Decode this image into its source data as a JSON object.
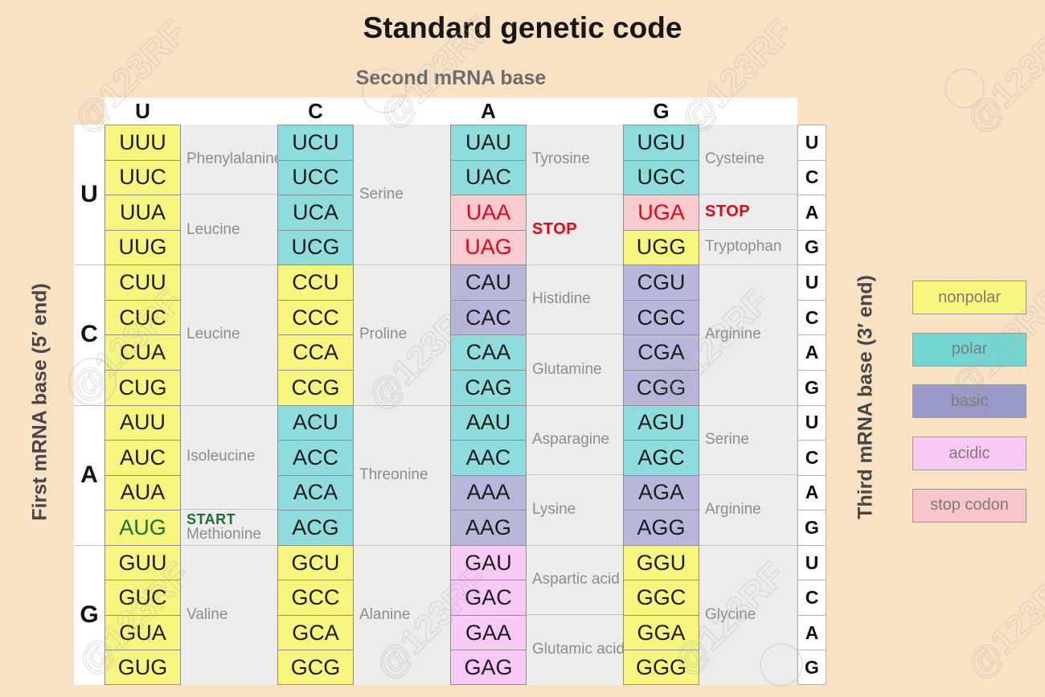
{
  "title": "Standard genetic code",
  "axes": {
    "top": "Second mRNA base",
    "left": "First mRNA base (5′ end)",
    "right": "Third mRNA base (3′ end)"
  },
  "column_headers": [
    "U",
    "C",
    "A",
    "G"
  ],
  "colors": {
    "page_bg": "#f9e2c4",
    "grid_bg": "#ececec",
    "nonpolar": "#f6f67e",
    "polar": "#8edcdc",
    "basic": "#b7b7dc",
    "acidic": "#f7c9f4",
    "stop": "#f9ccd0",
    "start": "#f6f67e",
    "stop_text": "#ee0011",
    "start_text": "#1a7039",
    "codon_text": "#1c1c1c"
  },
  "legend": [
    {
      "label": "nonpolar",
      "color": "#f8f77d"
    },
    {
      "label": "polar",
      "color": "#72d7d2"
    },
    {
      "label": "basic",
      "color": "#989ac9"
    },
    {
      "label": "acidic",
      "color": "#f9c8f3"
    },
    {
      "label": "stop codon",
      "color": "#f8c6ca"
    }
  ],
  "groups": [
    {
      "first_base": "U",
      "third_bases": [
        "U",
        "C",
        "A",
        "G"
      ],
      "columns": [
        {
          "codons": [
            {
              "text": "UUU",
              "type": "nonpolar"
            },
            {
              "text": "UUC",
              "type": "nonpolar"
            },
            {
              "text": "UUA",
              "type": "nonpolar"
            },
            {
              "text": "UUG",
              "type": "nonpolar"
            }
          ],
          "labels": [
            {
              "text": "Phenylalanine",
              "kind": "amino",
              "rows": [
                1,
                2
              ]
            },
            {
              "text": "Leucine",
              "kind": "amino",
              "rows": [
                3,
                4
              ]
            }
          ]
        },
        {
          "codons": [
            {
              "text": "UCU",
              "type": "polar"
            },
            {
              "text": "UCC",
              "type": "polar"
            },
            {
              "text": "UCA",
              "type": "polar"
            },
            {
              "text": "UCG",
              "type": "polar"
            }
          ],
          "labels": [
            {
              "text": "Serine",
              "kind": "amino",
              "rows": [
                1,
                4
              ]
            }
          ]
        },
        {
          "codons": [
            {
              "text": "UAU",
              "type": "polar"
            },
            {
              "text": "UAC",
              "type": "polar"
            },
            {
              "text": "UAA",
              "type": "stop"
            },
            {
              "text": "UAG",
              "type": "stop"
            }
          ],
          "labels": [
            {
              "text": "Tyrosine",
              "kind": "amino",
              "rows": [
                1,
                2
              ]
            },
            {
              "text": "STOP",
              "kind": "stop",
              "rows": [
                3,
                4
              ]
            }
          ]
        },
        {
          "codons": [
            {
              "text": "UGU",
              "type": "polar"
            },
            {
              "text": "UGC",
              "type": "polar"
            },
            {
              "text": "UGA",
              "type": "stop"
            },
            {
              "text": "UGG",
              "type": "nonpolar"
            }
          ],
          "labels": [
            {
              "text": "Cysteine",
              "kind": "amino",
              "rows": [
                1,
                2
              ]
            },
            {
              "text": "STOP",
              "kind": "stop",
              "rows": [
                3,
                3
              ]
            },
            {
              "text": "Tryptophan",
              "kind": "amino",
              "rows": [
                4,
                4
              ]
            }
          ]
        }
      ]
    },
    {
      "first_base": "C",
      "third_bases": [
        "U",
        "C",
        "A",
        "G"
      ],
      "columns": [
        {
          "codons": [
            {
              "text": "CUU",
              "type": "nonpolar"
            },
            {
              "text": "CUC",
              "type": "nonpolar"
            },
            {
              "text": "CUA",
              "type": "nonpolar"
            },
            {
              "text": "CUG",
              "type": "nonpolar"
            }
          ],
          "labels": [
            {
              "text": "Leucine",
              "kind": "amino",
              "rows": [
                1,
                4
              ]
            }
          ]
        },
        {
          "codons": [
            {
              "text": "CCU",
              "type": "nonpolar"
            },
            {
              "text": "CCC",
              "type": "nonpolar"
            },
            {
              "text": "CCA",
              "type": "nonpolar"
            },
            {
              "text": "CCG",
              "type": "nonpolar"
            }
          ],
          "labels": [
            {
              "text": "Proline",
              "kind": "amino",
              "rows": [
                1,
                4
              ]
            }
          ]
        },
        {
          "codons": [
            {
              "text": "CAU",
              "type": "basic"
            },
            {
              "text": "CAC",
              "type": "basic"
            },
            {
              "text": "CAA",
              "type": "polar"
            },
            {
              "text": "CAG",
              "type": "polar"
            }
          ],
          "labels": [
            {
              "text": "Histidine",
              "kind": "amino",
              "rows": [
                1,
                2
              ]
            },
            {
              "text": "Glutamine",
              "kind": "amino",
              "rows": [
                3,
                4
              ]
            }
          ]
        },
        {
          "codons": [
            {
              "text": "CGU",
              "type": "basic"
            },
            {
              "text": "CGC",
              "type": "basic"
            },
            {
              "text": "CGA",
              "type": "basic"
            },
            {
              "text": "CGG",
              "type": "basic"
            }
          ],
          "labels": [
            {
              "text": "Arginine",
              "kind": "amino",
              "rows": [
                1,
                4
              ]
            }
          ]
        }
      ]
    },
    {
      "first_base": "A",
      "third_bases": [
        "U",
        "C",
        "A",
        "G"
      ],
      "columns": [
        {
          "codons": [
            {
              "text": "AUU",
              "type": "nonpolar"
            },
            {
              "text": "AUC",
              "type": "nonpolar"
            },
            {
              "text": "AUA",
              "type": "nonpolar"
            },
            {
              "text": "AUG",
              "type": "start"
            }
          ],
          "labels": [
            {
              "text": "Isoleucine",
              "kind": "amino",
              "rows": [
                1,
                3
              ]
            },
            {
              "kind": "start",
              "line1": "START",
              "line2": "Methionine",
              "rows": [
                4,
                4
              ]
            }
          ]
        },
        {
          "codons": [
            {
              "text": "ACU",
              "type": "polar"
            },
            {
              "text": "ACC",
              "type": "polar"
            },
            {
              "text": "ACA",
              "type": "polar"
            },
            {
              "text": "ACG",
              "type": "polar"
            }
          ],
          "labels": [
            {
              "text": "Threonine",
              "kind": "amino",
              "rows": [
                1,
                4
              ]
            }
          ]
        },
        {
          "codons": [
            {
              "text": "AAU",
              "type": "polar"
            },
            {
              "text": "AAC",
              "type": "polar"
            },
            {
              "text": "AAA",
              "type": "basic"
            },
            {
              "text": "AAG",
              "type": "basic"
            }
          ],
          "labels": [
            {
              "text": "Asparagine",
              "kind": "amino",
              "rows": [
                1,
                2
              ]
            },
            {
              "text": "Lysine",
              "kind": "amino",
              "rows": [
                3,
                4
              ]
            }
          ]
        },
        {
          "codons": [
            {
              "text": "AGU",
              "type": "polar"
            },
            {
              "text": "AGC",
              "type": "polar"
            },
            {
              "text": "AGA",
              "type": "basic"
            },
            {
              "text": "AGG",
              "type": "basic"
            }
          ],
          "labels": [
            {
              "text": "Serine",
              "kind": "amino",
              "rows": [
                1,
                2
              ]
            },
            {
              "text": "Arginine",
              "kind": "amino",
              "rows": [
                3,
                4
              ]
            }
          ]
        }
      ]
    },
    {
      "first_base": "G",
      "third_bases": [
        "U",
        "C",
        "A",
        "G"
      ],
      "columns": [
        {
          "codons": [
            {
              "text": "GUU",
              "type": "nonpolar"
            },
            {
              "text": "GUC",
              "type": "nonpolar"
            },
            {
              "text": "GUA",
              "type": "nonpolar"
            },
            {
              "text": "GUG",
              "type": "nonpolar"
            }
          ],
          "labels": [
            {
              "text": "Valine",
              "kind": "amino",
              "rows": [
                1,
                4
              ]
            }
          ]
        },
        {
          "codons": [
            {
              "text": "GCU",
              "type": "nonpolar"
            },
            {
              "text": "GCC",
              "type": "nonpolar"
            },
            {
              "text": "GCA",
              "type": "nonpolar"
            },
            {
              "text": "GCG",
              "type": "nonpolar"
            }
          ],
          "labels": [
            {
              "text": "Alanine",
              "kind": "amino",
              "rows": [
                1,
                4
              ]
            }
          ]
        },
        {
          "codons": [
            {
              "text": "GAU",
              "type": "acidic"
            },
            {
              "text": "GAC",
              "type": "acidic"
            },
            {
              "text": "GAA",
              "type": "acidic"
            },
            {
              "text": "GAG",
              "type": "acidic"
            }
          ],
          "labels": [
            {
              "text": "Aspartic acid",
              "kind": "amino",
              "rows": [
                1,
                2
              ]
            },
            {
              "text": "Glutamic acid",
              "kind": "amino",
              "rows": [
                3,
                4
              ]
            }
          ]
        },
        {
          "codons": [
            {
              "text": "GGU",
              "type": "nonpolar"
            },
            {
              "text": "GGC",
              "type": "nonpolar"
            },
            {
              "text": "GGA",
              "type": "nonpolar"
            },
            {
              "text": "GGG",
              "type": "nonpolar"
            }
          ],
          "labels": [
            {
              "text": "Glycine",
              "kind": "amino",
              "rows": [
                1,
                4
              ]
            }
          ]
        }
      ]
    }
  ],
  "watermark_text": "123RF"
}
